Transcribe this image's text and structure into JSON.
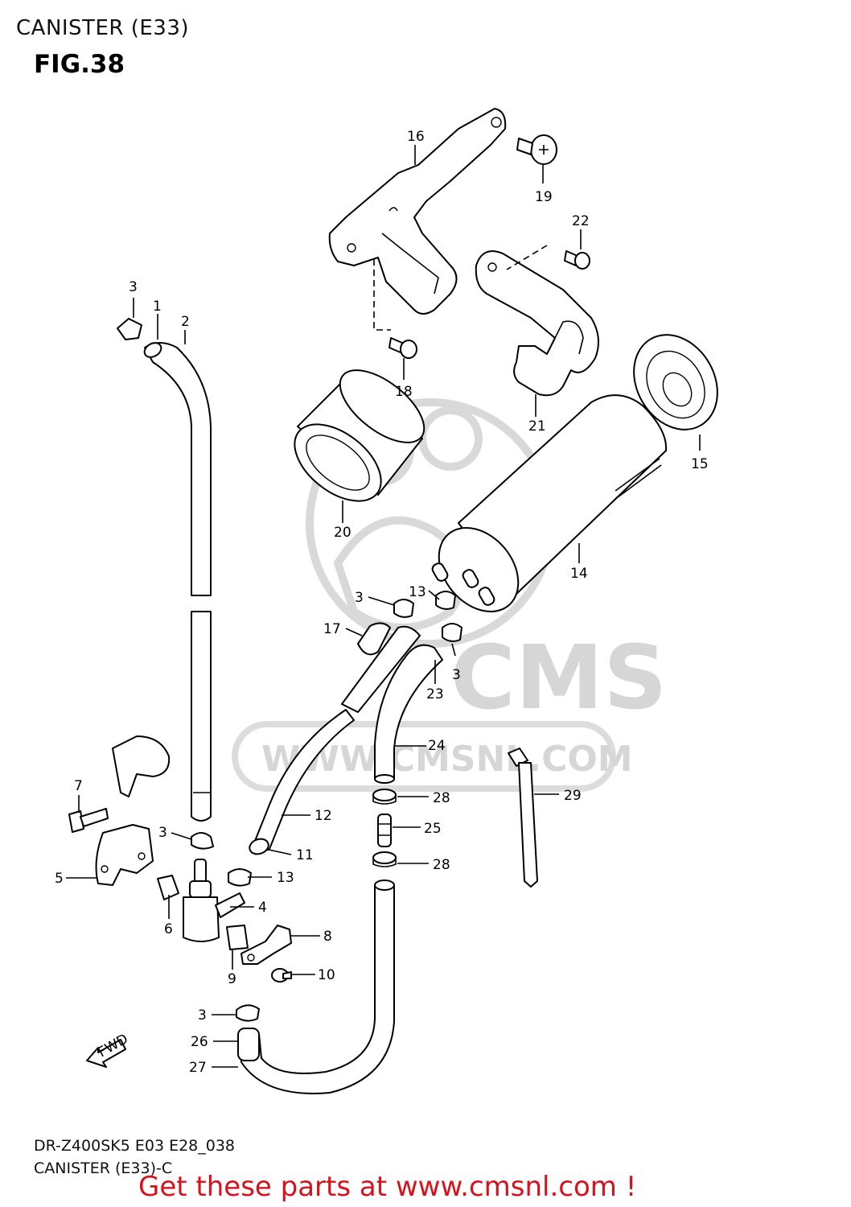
{
  "header": {
    "title": "CANISTER (E33)",
    "fig_label": "FIG.38"
  },
  "footer": {
    "model_code": "DR-Z400SK5 E03 E28_038",
    "subtitle": "CANISTER (E33)-C",
    "banner": "Get these parts at www.cmsnl.com !",
    "banner_color": "#d8121c"
  },
  "watermark": {
    "logo_text": "CMS",
    "url_text": "WWW.CMSNL.COM"
  },
  "fwd_arrow_label": "FWD",
  "callouts": [
    "1",
    "2",
    "3",
    "3",
    "3",
    "3",
    "3",
    "4",
    "5",
    "6",
    "7",
    "8",
    "9",
    "10",
    "11",
    "12",
    "13",
    "13",
    "14",
    "15",
    "16",
    "17",
    "18",
    "19",
    "20",
    "21",
    "22",
    "23",
    "24",
    "25",
    "26",
    "27",
    "28",
    "28",
    "29"
  ]
}
